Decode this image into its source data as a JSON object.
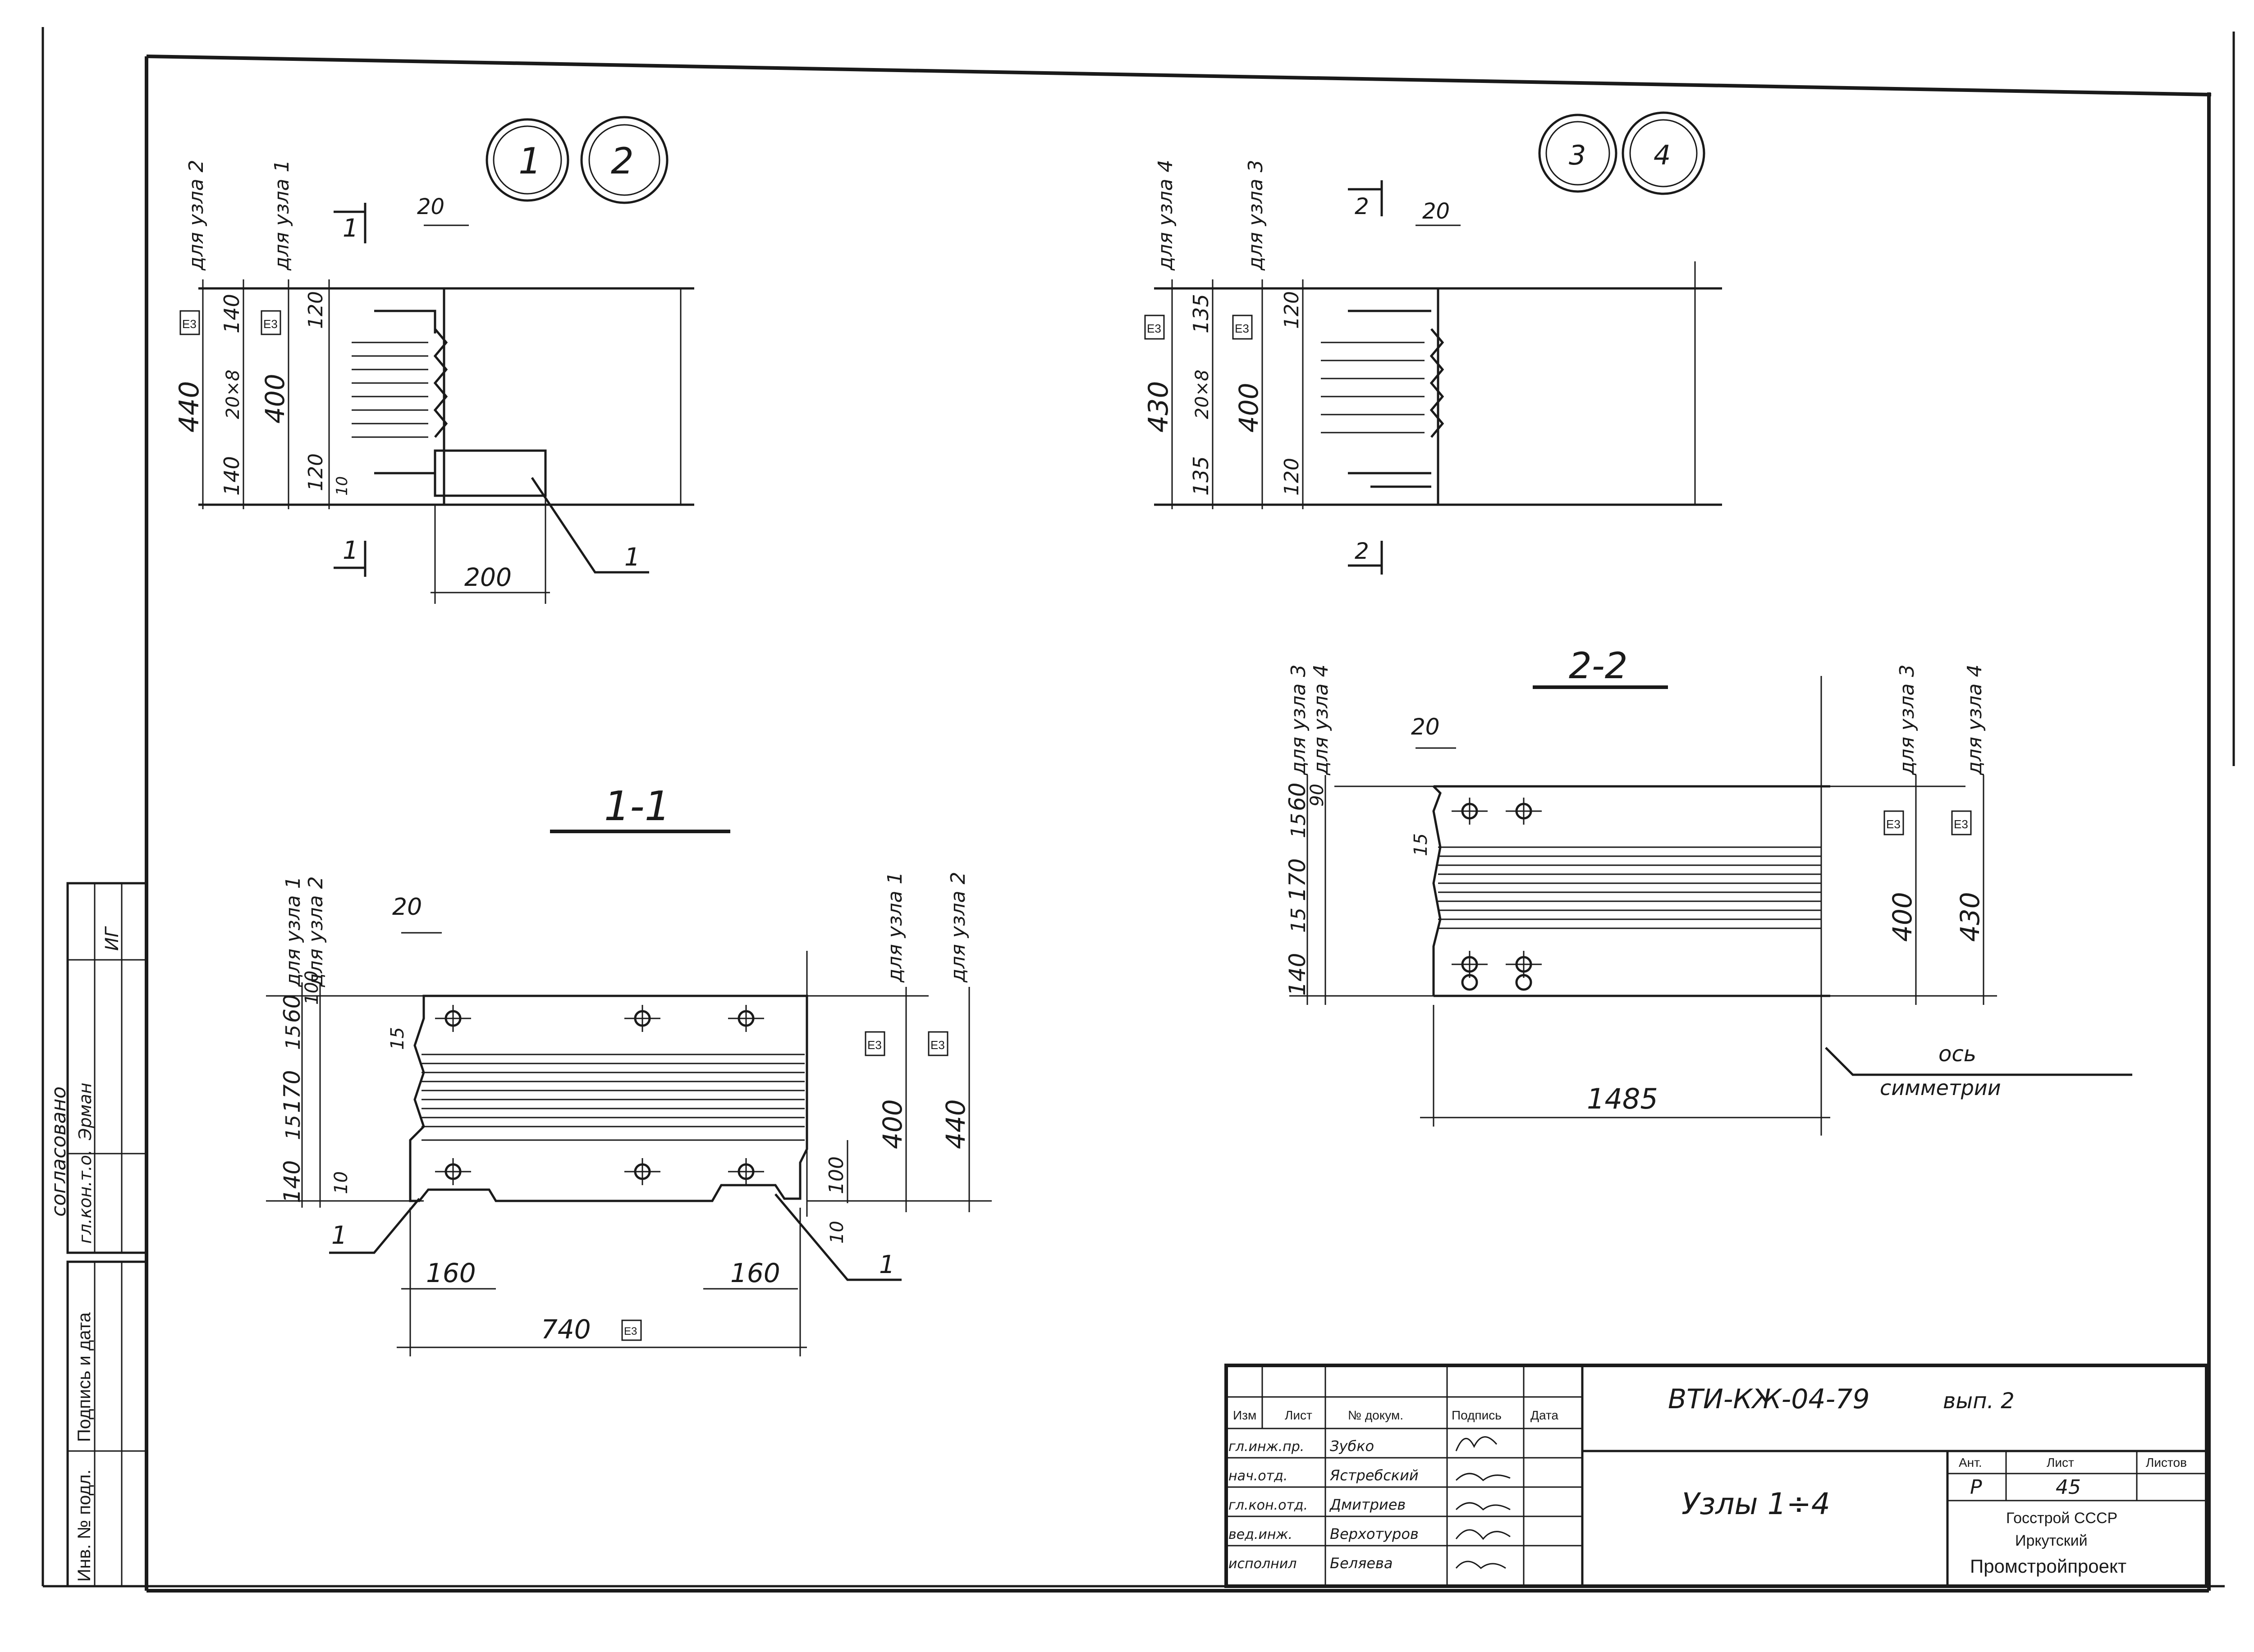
{
  "nodes_top_left": {
    "callouts": [
      "1",
      "2"
    ],
    "section_mark": "1",
    "dim_20": "20",
    "dim_200": "200",
    "leader_1": "1",
    "outer": {
      "dim_total": "440",
      "dim_bottom": "140",
      "dim_top": "140",
      "spacing": "20×8",
      "label": "для узла 2"
    },
    "inner": {
      "dim_total": "400",
      "dim_bottom": "120",
      "dim_top": "120",
      "label": "для узла 1"
    },
    "small_dims": "10",
    "badge": "Е3"
  },
  "nodes_top_right": {
    "callouts": [
      "3",
      "4"
    ],
    "section_mark": "2",
    "dim_20": "20",
    "outer": {
      "dim_total": "430",
      "dim_bottom": "135",
      "dim_top": "135",
      "spacing": "20×8",
      "label": "для узла 4"
    },
    "inner": {
      "dim_total": "400",
      "dim_bottom": "120",
      "dim_top": "120",
      "label": "для узла 3"
    },
    "badge": "Е3"
  },
  "section_1_1": {
    "title": "1-1",
    "dim_20": "20",
    "left_dims": [
      "140",
      "15",
      "170",
      "15",
      "60"
    ],
    "left_small": [
      "100",
      "15",
      "10"
    ],
    "labels_left": [
      "для узла 1",
      "для узла 2"
    ],
    "labels_right": [
      "для узла 1",
      "для узла 2"
    ],
    "right_dims": [
      "400",
      "440"
    ],
    "dim_100": "100",
    "dim_10": "10",
    "dim_160_left": "160",
    "dim_160_right": "160",
    "dim_740": "740",
    "leader_left": "1",
    "leader_right": "1",
    "badge": "Е3"
  },
  "section_2_2": {
    "title": "2-2",
    "dim_20": "20",
    "left_dims": [
      "140",
      "15",
      "170",
      "15",
      "60"
    ],
    "left_small": [
      "90",
      "15"
    ],
    "labels_left": [
      "для узла 3",
      "для узла 4"
    ],
    "labels_right": [
      "для узла 3",
      "для узла 4"
    ],
    "right_dims": [
      "400",
      "430"
    ],
    "dim_1485": "1485",
    "axis_note_1": "ось",
    "axis_note_2": "симметрии",
    "badge": "Е3"
  },
  "side_stamp": {
    "agreed": "согласовано",
    "role": "гл.кон.т.о.",
    "name": "Эрман",
    "signature": "ИГ",
    "sign_date": "Подпись и дата",
    "inv_no": "Инв. № подл."
  },
  "title_block": {
    "doc_code": "ВТИ-КЖ-04-79",
    "issue": "вып. 2",
    "title": "Узлы 1÷4",
    "headers": [
      "Изм",
      "Лист",
      "№ докум.",
      "Подпись",
      "Дата"
    ],
    "rows": [
      {
        "role": "гл.инж.пр.",
        "name": "Зубко"
      },
      {
        "role": "нач.отд.",
        "name": "Ястребский"
      },
      {
        "role": "гл.кон.отд.",
        "name": "Дмитриев"
      },
      {
        "role": "вед.инж.",
        "name": "Верхотуров"
      },
      {
        "role": "исполнил",
        "name": "Беляева"
      }
    ],
    "stage_label": "Ант.",
    "sheet_label": "Лист",
    "sheets_label": "Листов",
    "stage": "Р",
    "sheet": "45",
    "org_1": "Госстрой СССР",
    "org_2": "Иркутский",
    "org_3": "Промстройпроект"
  }
}
